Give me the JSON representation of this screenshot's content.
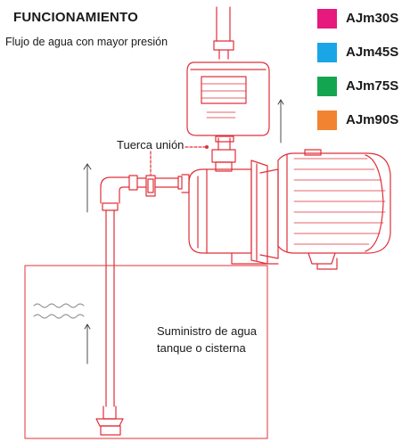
{
  "title": "FUNCIONAMIENTO",
  "subtitle": "Flujo de agua con mayor presión",
  "legend": [
    {
      "label": "AJm30S",
      "color": "#e5197e"
    },
    {
      "label": "AJm45S",
      "color": "#1aa5e6"
    },
    {
      "label": "AJm75S",
      "color": "#14a550"
    },
    {
      "label": "AJm90S",
      "color": "#f18431"
    }
  ],
  "labels": {
    "union_nut": "Tuerca unión",
    "supply_line1": "Suministro de agua",
    "supply_line2": "tanque o cisterna"
  },
  "line_color": "#e0303a"
}
